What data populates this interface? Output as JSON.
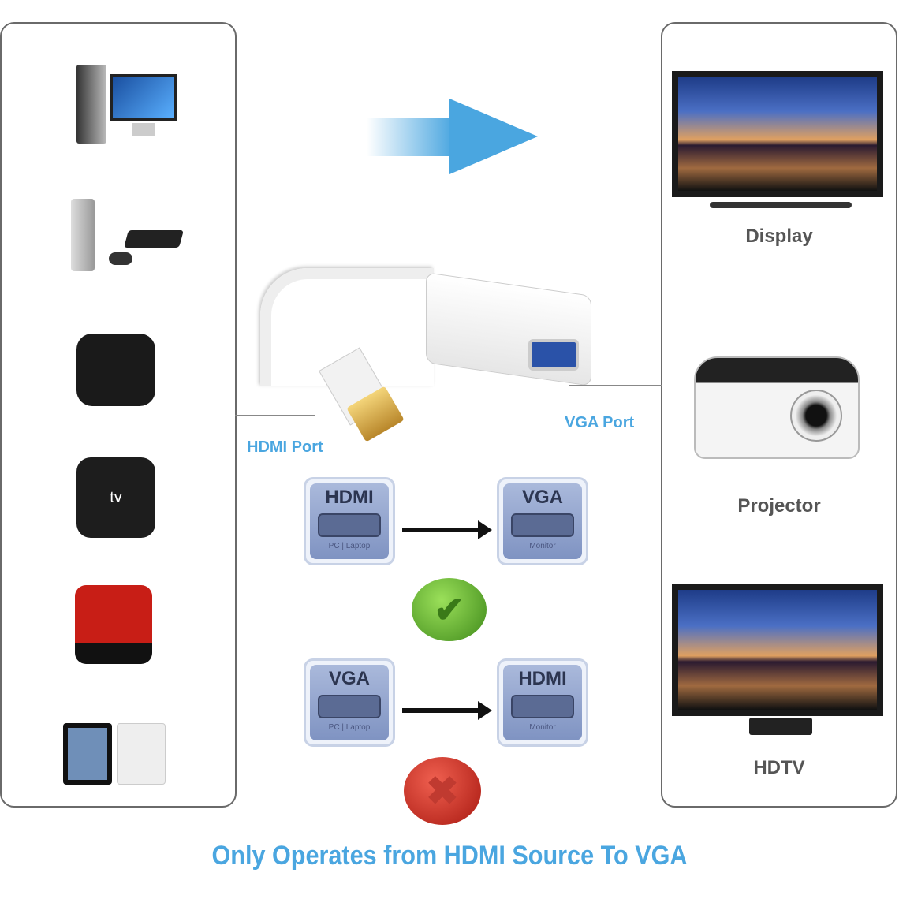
{
  "center": {
    "hdmi_port_label": "HDMI Port",
    "vga_port_label": "VGA Port"
  },
  "diagram": {
    "row1": {
      "source": {
        "title": "HDMI",
        "sub": "PC | Laptop"
      },
      "target": {
        "title": "VGA",
        "sub": "Monitor"
      },
      "status": "supported"
    },
    "row2": {
      "source": {
        "title": "VGA",
        "sub": "PC | Laptop"
      },
      "target": {
        "title": "HDMI",
        "sub": "Monitor"
      },
      "status": "not-supported"
    }
  },
  "outputs": [
    {
      "label": "Display"
    },
    {
      "label": "Projector"
    },
    {
      "label": "HDTV"
    }
  ],
  "sources": [
    "desktop-pc",
    "game-consoles",
    "streaming-box",
    "apple-tv",
    "red-media-box",
    "tablets"
  ],
  "apple_tv_label": "tv",
  "footer": {
    "caption": "Only Operates from HDMI Source To VGA"
  },
  "colors": {
    "accent": "#4aa6e0",
    "check": "#5aa02c",
    "cross": "#c8231e"
  }
}
